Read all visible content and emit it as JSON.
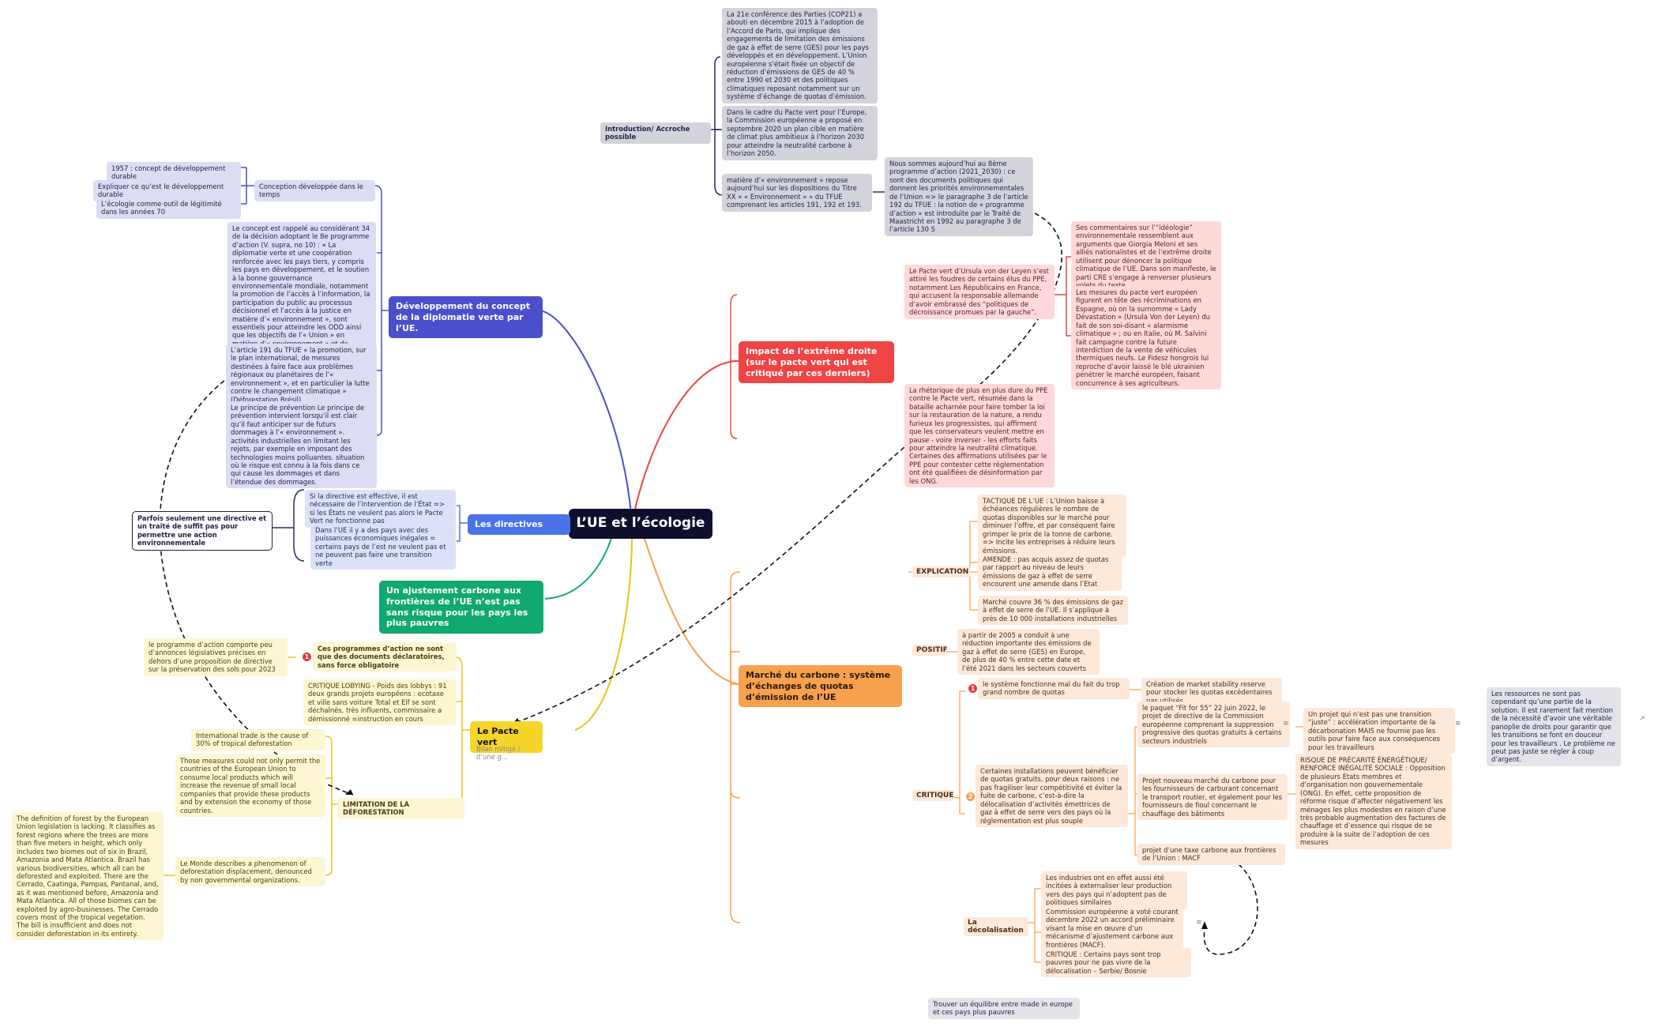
{
  "root": {
    "title": "L’UE et l’écologie"
  },
  "branches": {
    "dev": "Développement du concept de la diplomatie verte par l’UE.",
    "directives": "Les directives",
    "carbone_frontiere": "Un ajustement carbone aux frontières de l’UE n’est pas sans risque pour les pays les plus pauvres",
    "pacte_vert": "Le Pacte vert",
    "extreme_droite": "Impact de l’extrême droite (sur le pacte vert qui est critiqué par ces derniers)",
    "marche_carbone": "Marché du carbone : système d’échanges de quotas d’émission de l’UE"
  },
  "intro": {
    "label": "Introduction/ Accroche possible",
    "cop21": "La 21e conférence des Parties (COP21) a abouti en décembre 2015 à l’adoption de l’Accord de Paris, qui implique des engagements de limitation des émissions de gaz à effet de serre (GES) pour les pays développés et en développement. L’Union européenne s’était fixée un objectif de réduction d’émissions de GES de 40 % entre 1990 et 2030 et des politiques climatiques reposant notamment sur un système d’échange de quotas d’émission.",
    "pacte": "Dans le cadre du Pacte vert pour l’Europe, la Commission européenne a proposé en septembre 2020 un plan cible en matière de climat plus ambitieux à l’horizon 2030 pour atteindre la neutralité carbone à l’horizon 2050.",
    "matiere": "matière d’« environnement » repose aujourd’hui sur les dispositions du Titre XX « « Environnement » » du TFUE comprenant les articles 191, 192 et 193.",
    "huitieme": "Nous sommes aujourd’hui au 8ème programme d’action (2021_2030) : ce sont des documents politiques qui donnent les priorités environnementales de l’Union => le paragraphe 3 de l’article 192 du TFUE : la notion de « programme d’action » est introduite par le Traité de Maastricht en 1992 au paragraphe 3 de l’article 130 S"
  },
  "dev_nodes": {
    "conception": "Conception développée dans le temps",
    "n1957": "1957 : concept de développement durable",
    "expliquer": "Expliquer ce qu’est le développement durable",
    "ecologie": "L’écologie comme outil de légitimité dans les années 70",
    "concept34": "Le concept est rappelé au considérant 34 de la décision adoptant le 8e programme d’action (V. supra, no 10) : « La diplomatie verte et une coopération renforcée avec les pays tiers, y compris les pays en développement, et le soutien à la bonne gouvernance environnementale mondiale, notamment la promotion de l’accès à l’information, la participation du public au processus décisionnel et l’accès à la justice en matière d’« environnement », sont essentiels pour atteindre les ODD ainsi que les objectifs de l’« Union » en matière d’« environnement » et de climat.",
    "art191": "L’article 191 du TFUE « la promotion, sur le plan international, de mesures destinées à faire face aux problèmes régionaux ou planétaires de l’« environnement », et en particulier la lutte contre le changement climatique » (Déforestation Brésil)",
    "prevention": "Le principe de prévention Le principe de prévention intervient lorsqu’il est clair qu’il faut anticiper sur de futurs dommages à l’« environnement ». activités industrielles en limitant les rejets, par exemple en imposant des technologies moins polluantes. situation où le risque est connu à la fois dans ce qui cause les dommages et dans l’étendue des dommages."
  },
  "directive_nodes": {
    "effective": "Si la directive est effective, il est nécessaire de l’intervention de l’État => si les États ne veulent pas alors le Pacte Vert ne fonctionne pas",
    "puissances": "Dans l’UE il y a des pays avec des puissances économiques inégales = certains pays de l’est ne veulent pas et ne peuvent pas faire une transition verte",
    "parfois": "Parfois seulement une directive et un traité de suffit pas pour permettre une action environnementale"
  },
  "pacte_nodes": {
    "bilan": "Bilan mitigé / d’une g...",
    "programmes": "Ces programmes d’action ne sont que des documents déclaratoires, sans force obligatoire",
    "programme_action": "le programme d’action comporte peu d’annonces législatives précises en dehors d’une proposition de directive sur la préservation des sols pour 2023",
    "lobbying": "CRITIQUE LOBYING - Poids des lobbys : 91 deux grands projets européens : ecotaxe et ville sans voiture Total et Elf se sont déchaînés, très influents, commissaire a démissionné =instruction en cours",
    "limitation": "LIMITATION DE LA DÉFORESTATION",
    "trade": "International trade is the cause of 30% of tropical deforestation",
    "measures": "Those measures could not only permit the countries of the European Union to consume local products which will increase the revenue of small local companies that provide these products and by extension the economy of those countries.",
    "lemonde": "Le Monde describes a phenomenon of deforestation displacement, denounced by non governmental organizations.",
    "forest": "The definition of forest by the European Union legislation is lacking. It classifies as forest regions where the trees are more than five meters in height, which only includes two biomes out of six in Brazil, Amazonia and Mata Atlantica. Brazil has various biodiversities, which all can be deforested and exploited. There are the Cerrado, Caatinga, Pampas, Pantanal, and, as it was mentioned before, Amazonia and Mata Atlantica. All of those biomes can be exploited by agro-businesses. The Cerrado covers most of the tropical vegetation. The bill is insufficient and does not consider deforestation in its entirety."
  },
  "extreme_nodes": {
    "ursula": "Le Pacte vert d’Ursula von der Leyen s’est attiré les foudres de certains élus du PPE, notamment Les Républicains en France, qui accusent la responsable allemande d’avoir embrassé des “politiques de décroissance promues par la gauche”.",
    "rhetorique": "La rhétorique de plus en plus dure du PPE contre le Pacte vert, résumée dans la bataille acharnée pour faire tomber la loi sur la restauration de la nature, a rendu furieux les progressistes, qui affirment que les conservateurs veulent mettre en pause - voire inverser - les efforts faits pour atteindre la neutralité climatique. Certaines des affirmations utilisées par le PPE pour contester cette réglementation ont été qualifiées de désinformation par les ONG.",
    "commentaires": "Ses commentaires sur l’“idéologie” environnementale ressemblent aux arguments que Giorgia Meloni et ses alliés nationalistes et de l’extrême droite utilisent pour dénoncer la politique climatique de l’UE. Dans son manifeste, le parti CRE s’engage à renverser plusieurs volets du texte.",
    "mesures": "Les mesures du pacte vert européen figurent en tête des récriminations en Espagne, où on la surnomme « Lady Dévastation » (Ursula Von der Leyen) du fait de son soi-disant « alarmisme climatique » ; ou en Italie, où M. Salvini fait campagne contre la future interdiction de la vente de véhicules thermiques neufs. Le Fidesz hongrois lui reproche d’avoir laissé le blé ukrainien pénétrer le marché européen, faisant concurrence à ses agriculteurs."
  },
  "marche_nodes": {
    "explication": "EXPLICATION",
    "tactique": "TACTIQUE DE L’UE : L’Union baisse à échéances régulières le nombre de quotas disponibles sur le marché pour diminuer l’offre, et par conséquent faire grimper le prix de la tonne de carbone. => Incite les entreprises à réduire leurs émissions.",
    "amende": "AMENDE : pas acquis assez de quotas par rapport au niveau de leurs émissions de gaz à effet de serre encourent une amende dans l’Etat",
    "couvre": "Marché couvre 36 % des émissions de gaz à effet de serre de l’UE. Il s’applique à près de 10 000 installations industrielles",
    "positif": "POSITIF",
    "reduction": "à partir de 2005 a conduit à une réduction importante des émissions de gaz à effet de serre (GES) en Europe, de plus de 40 % entre cette date et l’été 2021 dans les secteurs couverts",
    "critique": "CRITIQUE",
    "systeme_mal": "le système fonctionne mal du fait du trop grand nombre de quotas",
    "stability": "Création de market stability reserve pour stocker les quotas excédentaires pas utilisés",
    "installations": "Certaines installations peuvent bénéficier de quotas gratuits, pour deux raisons : ne pas fragiliser leur compétitivité et éviter la fuite de carbone, c’est-à-dire la délocalisation d’activités émettrices de gaz à effet de serre vers des pays où la réglementation est plus souple",
    "fit55": "le paquet “Fit for 55” 22 juin 2022, le projet de directive de la Commission européenne comprenant la suppression progressive des quotas gratuits à certains secteurs industriels",
    "transition_juste": "Un projet qui n’est pas une transition “juste” : accélération importante de la décarbonation MAIS ne fournie pas les outils pour faire face aux conséquences pour les travailleurs",
    "nouveau_marche": "Projet nouveau marché du carbone pour les fournisseurs de carburant concernant le transport routier, et également pour les fournisseurs de fioul concernant le chauffage des bâtiments",
    "precarite": "RISQUE DE PRÉCARITÉ ÉNERGÉTIQUE/ RENFORCE INÉGALITÉ SOCIALE : Opposition de plusieurs Etats membres et d’organisation non gouvernementale (ONG). En effet, cette proposition de réforme risque d’affecter négativement les ménages les plus modestes en raison d’une très probable augmentation des factures de chauffage et d’essence qui risque de se produire à la suite de l’adoption de ces mesures",
    "taxe": "projet d’une taxe carbone aux frontières de l’Union : MACF",
    "ressources": "Les ressources ne sont pas cependant qu’une partie de la solution. Il est rarement fait mention de la nécessité d’avoir une véritable panoplie de droits pour garantir que les transitions se font en douceur pour les travailleurs . Le problème ne peut pas juste se régler à coup d’argent.",
    "decolo": "La décolalisation",
    "industries": "Les industries ont en effet aussi été incitées à externaliser leur production vers des pays qui n’adoptent pas de politiques similaires",
    "commission2022": "Commission européenne a voté courant décembre 2022 un accord préliminaire visant la mise en œuvre d’un mécanisme d’ajustement carbone aux frontières (MACF).",
    "critique_pays": "CRITIQUE : Certains pays sont trop pauvres pour ne pas vivre de la délocalisation – Serbie/ Bosnie"
  },
  "floating": {
    "equilibre": "Trouver un équilibre entre made in europe et ces pays plus pauvres"
  },
  "icons": {
    "marker_1": "1",
    "marker_2": "2",
    "note_icon": "≡",
    "link_icon": "↗"
  },
  "colors": {
    "root": "#0f0f2d",
    "dev": "#4a4fcc",
    "directives": "#4a73e8",
    "carbone_frontiere": "#10a96f",
    "pacte_vert": "#f5d52a",
    "extreme_droite": "#ee4444",
    "marche_carbone": "#f7a04e"
  }
}
